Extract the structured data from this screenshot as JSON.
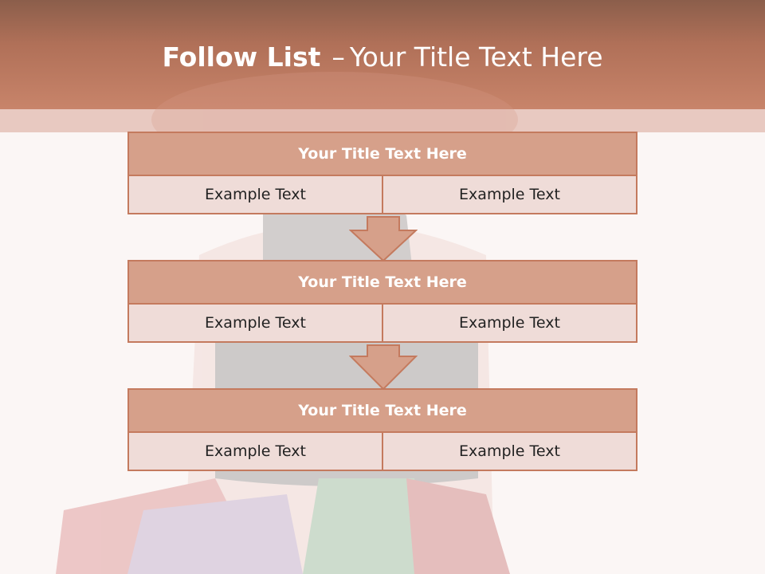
{
  "slide": {
    "title_bold": "Follow List",
    "title_separator": "–",
    "title_rest": "Your Title Text Here"
  },
  "blocks": [
    {
      "title": "Your Title Text Here",
      "left": "Example Text",
      "right": "Example Text"
    },
    {
      "title": "Your Title Text Here",
      "left": "Example Text",
      "right": "Example Text"
    },
    {
      "title": "Your Title Text Here",
      "left": "Example Text",
      "right": "Example Text"
    }
  ],
  "colors": {
    "header": "#c8846a",
    "block_title_fill": "#d6a08a",
    "block_cell_fill": "#efdcd8",
    "border": "#c47a5e"
  },
  "icons": [
    "down-arrow-icon",
    "down-arrow-icon"
  ]
}
